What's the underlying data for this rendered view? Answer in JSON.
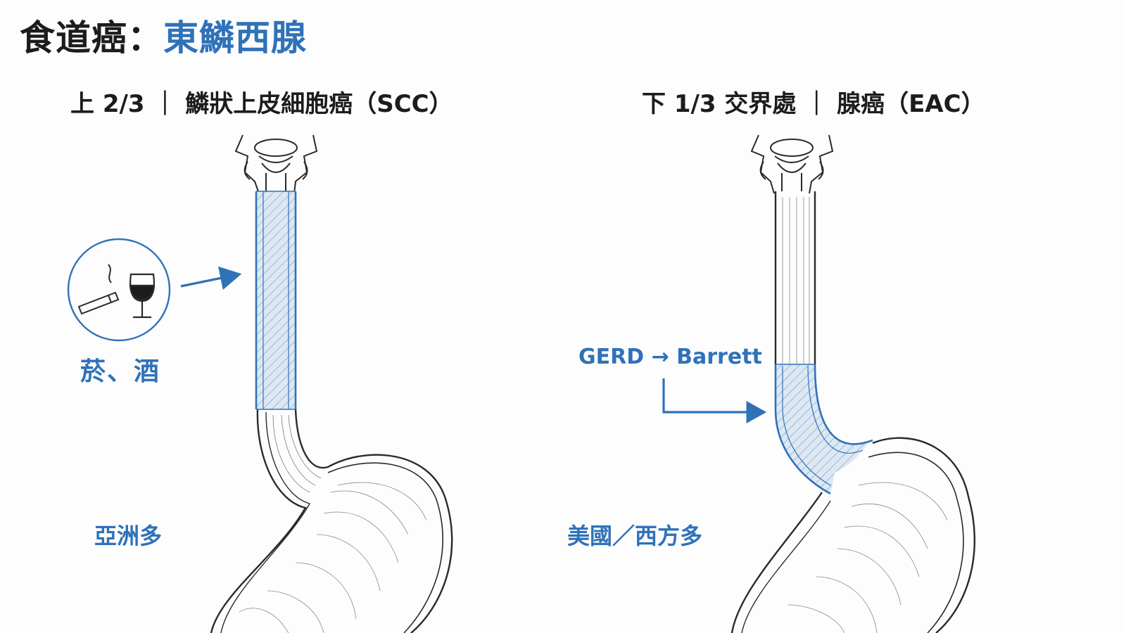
{
  "title": {
    "main": "食道癌：",
    "accent": "東鱗西腺"
  },
  "left_panel": {
    "subtitle": "上 2/3 ｜ 鱗狀上皮細胞癌（SCC）",
    "risk_label": "菸、酒",
    "region_label": "亞洲多",
    "risk_icons": [
      "cigarette-icon",
      "wine-glass-icon"
    ]
  },
  "right_panel": {
    "subtitle": "下 1/3 交界處 ｜ 腺癌（EAC）",
    "cause_label": "GERD → Barrett",
    "region_label": "美國／西方多"
  },
  "colors": {
    "accent": "#2f72b8",
    "text": "#1c1c1c",
    "line": "#2a2a2a",
    "highlight_fill": "#dbe6f2"
  }
}
